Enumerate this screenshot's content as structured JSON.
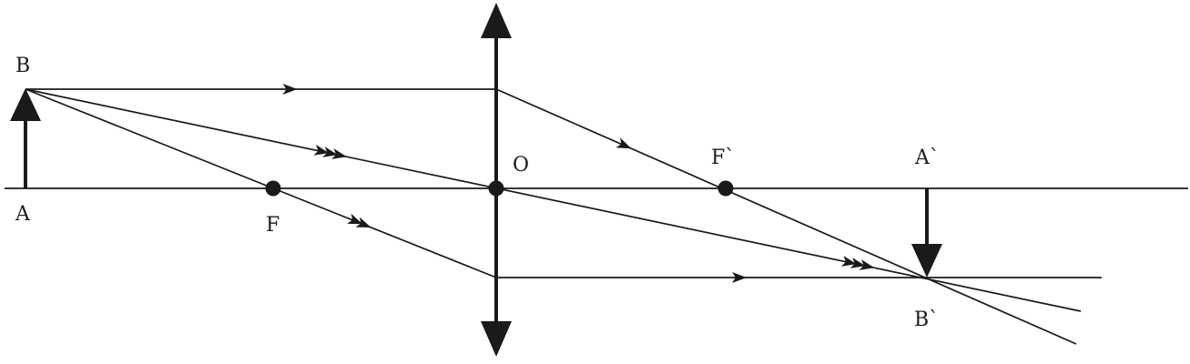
{
  "labels": {
    "object_top": "B",
    "object_base": "A",
    "focus_left": "F",
    "optical_center": "O",
    "focus_right": "F`",
    "image_base": "A`",
    "image_tip": "B`"
  },
  "diagram": {
    "kind": "converging-lens-ray-diagram",
    "color": "#1a1a1a",
    "background": "#ffffff"
  }
}
